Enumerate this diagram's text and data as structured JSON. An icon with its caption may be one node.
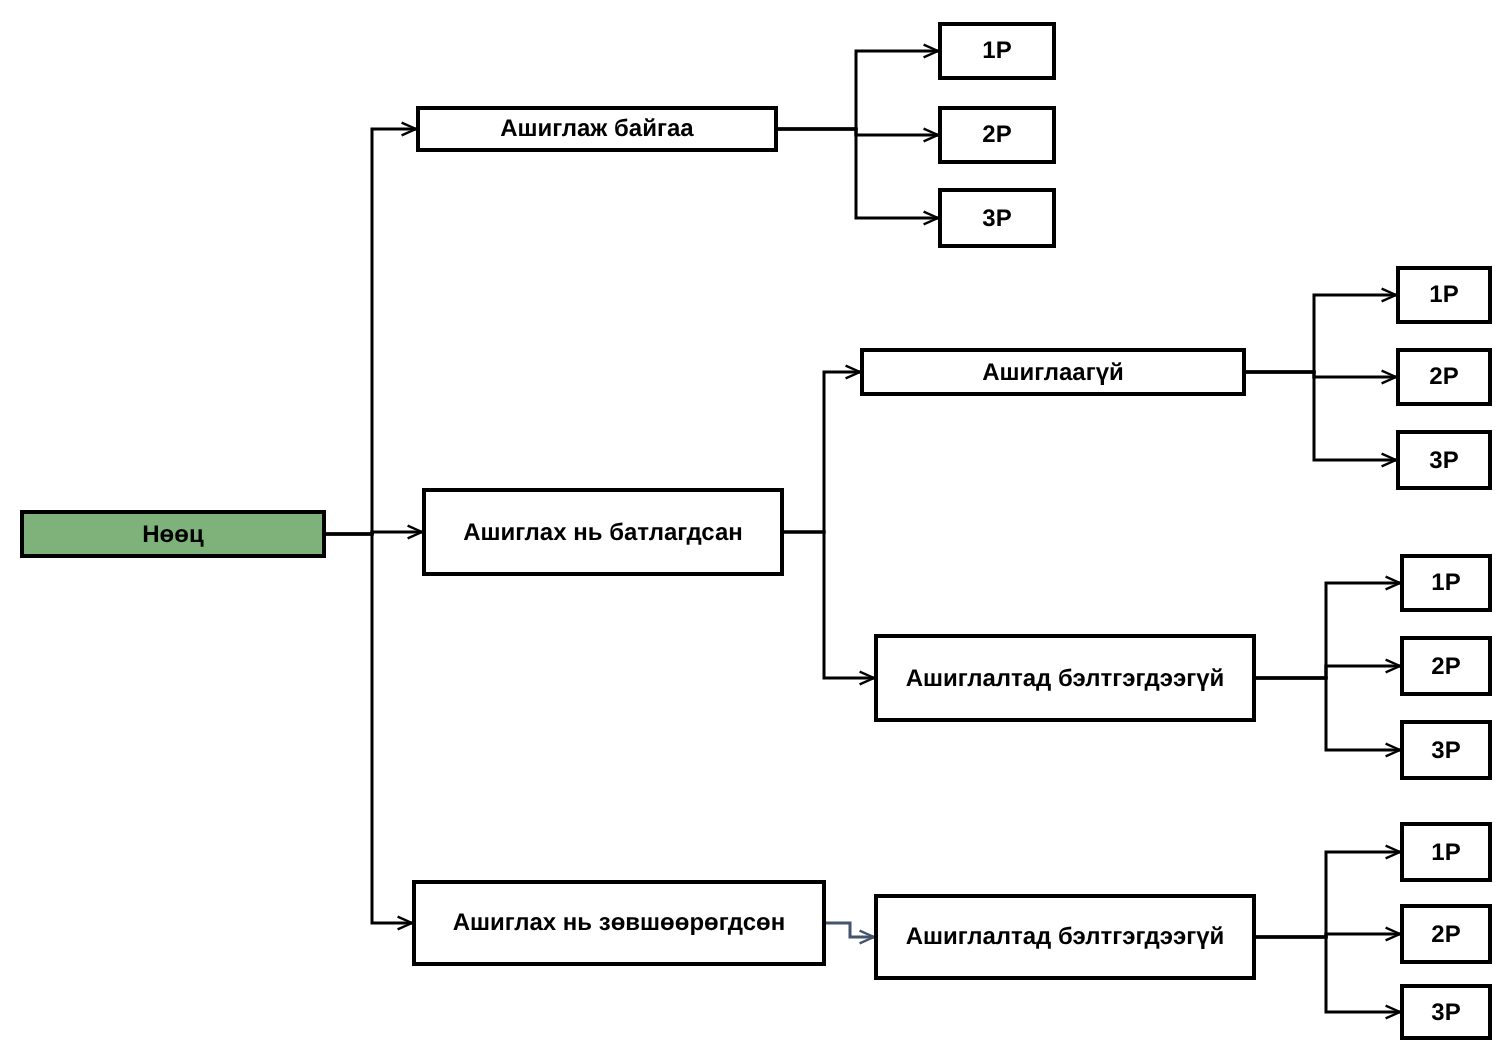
{
  "diagram": {
    "nodes": [
      {
        "text": [
          "Нөөц"
        ]
      },
      {
        "text": [
          "Ашиглаж байгаа"
        ]
      },
      {
        "text": [
          "1P"
        ]
      },
      {
        "text": [
          "2P"
        ]
      },
      {
        "text": [
          "3P"
        ]
      },
      {
        "text": [
          "Ашиглах нь батлагдсан"
        ]
      },
      {
        "text": [
          "Ашиглаагүй"
        ]
      },
      {
        "text": [
          "1P"
        ]
      },
      {
        "text": [
          "2P"
        ]
      },
      {
        "text": [
          "3P"
        ]
      },
      {
        "text": [
          "Ашиглалтад бэлтгэгдээгүй"
        ]
      },
      {
        "text": [
          "1P"
        ]
      },
      {
        "text": [
          "2P"
        ]
      },
      {
        "text": [
          "3P"
        ]
      },
      {
        "text": [
          "Ашиглах нь зөвшөөрөгдсөн"
        ]
      },
      {
        "text": [
          "Ашиглалтад бэлтгэгдээгүй"
        ]
      },
      {
        "text": [
          "1P"
        ]
      },
      {
        "text": [
          "2P"
        ]
      },
      {
        "text": [
          "3P"
        ]
      }
    ],
    "edges": [
      {
        "from": 0,
        "to": 1,
        "arrow": "to"
      },
      {
        "from": 0,
        "to": 5,
        "arrow": "to"
      },
      {
        "from": 0,
        "to": 14,
        "arrow": "to"
      },
      {
        "from": 1,
        "to": 2,
        "arrow": "to"
      },
      {
        "from": 1,
        "to": 3,
        "arrow": "to"
      },
      {
        "from": 1,
        "to": 4,
        "arrow": "to"
      },
      {
        "from": 5,
        "to": 6,
        "arrow": "to"
      },
      {
        "from": 5,
        "to": 10,
        "arrow": "to"
      },
      {
        "from": 6,
        "to": 7,
        "arrow": "to"
      },
      {
        "from": 6,
        "to": 8,
        "arrow": "to"
      },
      {
        "from": 6,
        "to": 9,
        "arrow": "to"
      },
      {
        "from": 10,
        "to": 11,
        "arrow": "to"
      },
      {
        "from": 10,
        "to": 12,
        "arrow": "to"
      },
      {
        "from": 10,
        "to": 13,
        "arrow": "to"
      },
      {
        "from": 14,
        "to": 15,
        "arrow": "to",
        "color": "#44546a"
      },
      {
        "from": 15,
        "to": 16,
        "arrow": "to"
      },
      {
        "from": 15,
        "to": 17,
        "arrow": "to"
      },
      {
        "from": 15,
        "to": 18,
        "arrow": "to"
      }
    ]
  }
}
